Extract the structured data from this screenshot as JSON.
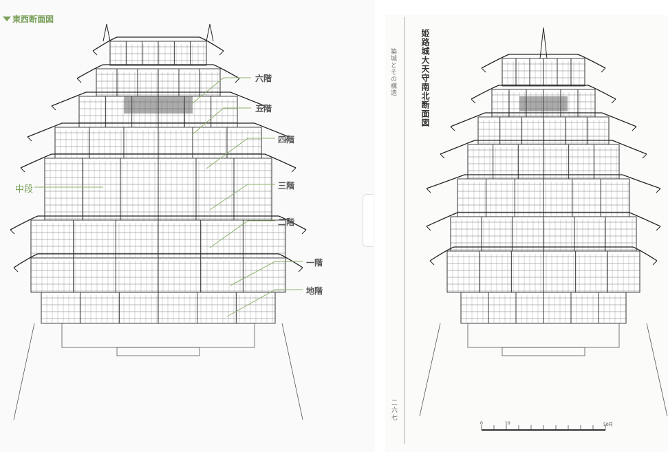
{
  "left_diagram": {
    "title": "東西断面図",
    "mid_label": "中段",
    "floor_labels": [
      "六階",
      "五階",
      "四階",
      "三階",
      "二階",
      "一階",
      "地階"
    ],
    "accent_color": "#7aa05a"
  },
  "right_diagram": {
    "title": "姫路城大天守南北断面図",
    "chapter": "築城とその構造",
    "page_number": "二六七",
    "scale": {
      "ticks": [
        "0",
        "10",
        "50尺"
      ]
    }
  }
}
